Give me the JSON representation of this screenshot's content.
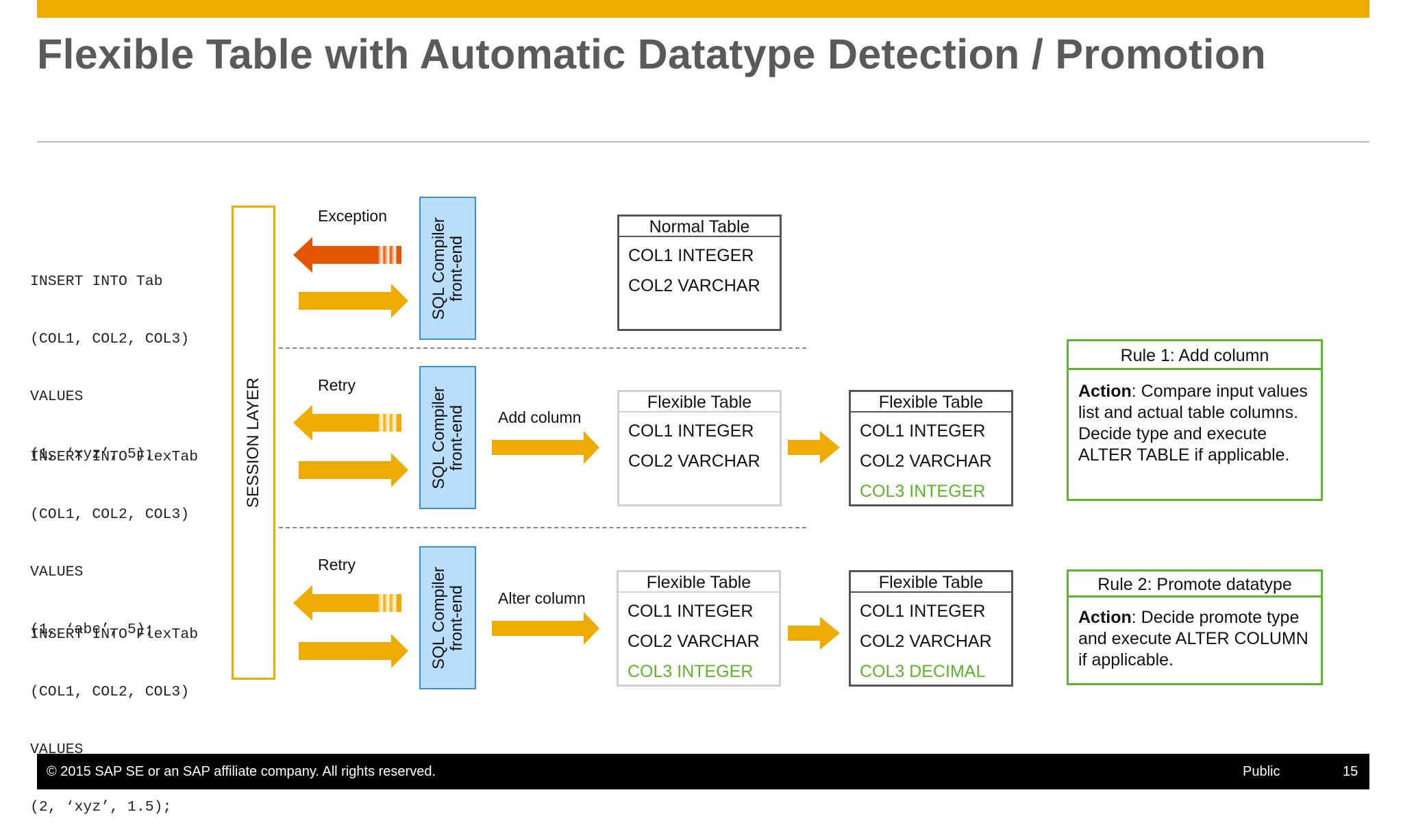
{
  "title": "Flexible Table with Automatic Datatype Detection / Promotion",
  "session_layer": "SESSION LAYER",
  "compiler_label": [
    "SQL Compiler",
    "front-end"
  ],
  "rows": [
    {
      "sql": [
        "INSERT INTO Tab",
        "(COL1, COL2, COL3)",
        "VALUES",
        "(1, ‘xyz’, 5);"
      ],
      "return_label": "Exception",
      "return_color": "#e35500",
      "action_label": "",
      "before": {
        "title": "Normal Table",
        "cols": [
          "COL1 INTEGER",
          "COL2 VARCHAR"
        ]
      }
    },
    {
      "sql": [
        "INSERT INTO FlexTab",
        "(COL1, COL2, COL3)",
        "VALUES",
        "(1, ‘abc’, 5);"
      ],
      "return_label": "Retry",
      "return_color": "#f0ab00",
      "action_label": "Add column",
      "before": {
        "title": "Flexible Table",
        "cols": [
          "COL1 INTEGER",
          "COL2 VARCHAR"
        ]
      },
      "after": {
        "title": "Flexible Table",
        "cols": [
          "COL1 INTEGER",
          "COL2 VARCHAR"
        ],
        "new_col": "COL3 INTEGER"
      }
    },
    {
      "sql": [
        "INSERT INTO FlexTab",
        "(COL1, COL2, COL3)",
        "VALUES",
        "(2, ‘xyz’, 1.5);"
      ],
      "return_label": "Retry",
      "return_color": "#f0ab00",
      "action_label": "Alter column",
      "before": {
        "title": "Flexible Table",
        "cols": [
          "COL1 INTEGER",
          "COL2 VARCHAR"
        ],
        "new_col": "COL3 INTEGER"
      },
      "after": {
        "title": "Flexible Table",
        "cols": [
          "COL1 INTEGER",
          "COL2 VARCHAR"
        ],
        "new_col": "COL3 DECIMAL"
      }
    }
  ],
  "rules": [
    {
      "title": "Rule 1: Add column",
      "action_word": "Action",
      "text": ": Compare input values list and actual table columns. Decide type and execute ALTER TABLE if applicable."
    },
    {
      "title": "Rule 2: Promote datatype",
      "action_word": "Action",
      "text": ": Decide promote type and execute ALTER COLUMN if applicable."
    }
  ],
  "colors": {
    "accent": "#f0ab00",
    "exception": "#e35500",
    "green": "#5ab527",
    "compiler_fill": "#b9defa",
    "compiler_border": "#3b8fd6"
  },
  "footer": {
    "copyright": "© 2015 SAP SE or an SAP affiliate company. All rights reserved.",
    "classification": "Public",
    "page": "15"
  }
}
